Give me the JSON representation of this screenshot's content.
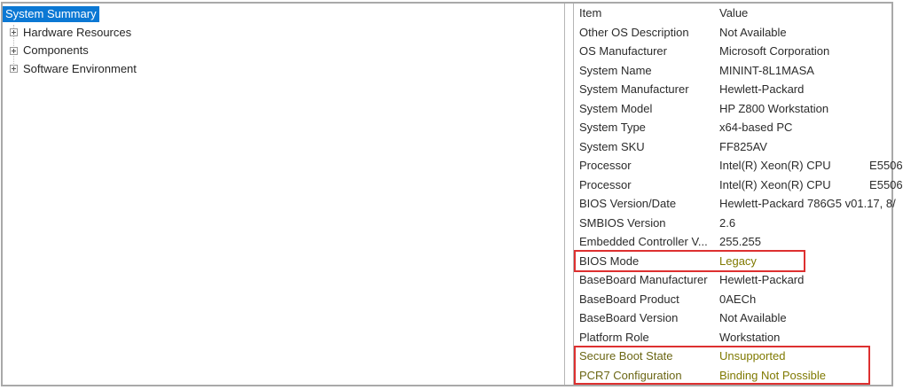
{
  "tree": {
    "items": [
      {
        "label": "System Summary",
        "selected": true,
        "expandable": false
      },
      {
        "label": "Hardware Resources",
        "selected": false,
        "expandable": true
      },
      {
        "label": "Components",
        "selected": false,
        "expandable": true
      },
      {
        "label": "Software Environment",
        "selected": false,
        "expandable": true
      }
    ]
  },
  "details": {
    "columns": [
      "Item",
      "Value"
    ],
    "rows": [
      {
        "item": "Other OS Description",
        "value": "Not Available"
      },
      {
        "item": "OS Manufacturer",
        "value": "Microsoft Corporation"
      },
      {
        "item": "System Name",
        "value": "MININT-8L1MASA"
      },
      {
        "item": "System Manufacturer",
        "value": "Hewlett-Packard"
      },
      {
        "item": "System Model",
        "value": "HP Z800 Workstation"
      },
      {
        "item": "System Type",
        "value": "x64-based PC"
      },
      {
        "item": "System SKU",
        "value": "FF825AV"
      },
      {
        "item": "Processor",
        "value": "Intel(R) Xeon(R) CPU            E5506"
      },
      {
        "item": "Processor",
        "value": "Intel(R) Xeon(R) CPU            E5506"
      },
      {
        "item": "BIOS Version/Date",
        "value": "Hewlett-Packard 786G5 v01.17, 8/"
      },
      {
        "item": "SMBIOS Version",
        "value": "2.6"
      },
      {
        "item": "Embedded Controller V...",
        "value": "255.255"
      },
      {
        "item": "BIOS Mode",
        "value": "Legacy",
        "value_olive": true,
        "annotated": "bios-mode"
      },
      {
        "item": "BaseBoard Manufacturer",
        "value": "Hewlett-Packard"
      },
      {
        "item": "BaseBoard Product",
        "value": "0AECh"
      },
      {
        "item": "BaseBoard Version",
        "value": "Not Available"
      },
      {
        "item": "Platform Role",
        "value": "Workstation"
      },
      {
        "item": "Secure Boot State",
        "value": "Unsupported",
        "item_olive": true,
        "value_olive": true,
        "annotated": "secure-boot"
      },
      {
        "item": "PCR7 Configuration",
        "value": "Binding Not Possible",
        "item_olive": true,
        "value_olive": true,
        "annotated": "secure-boot"
      }
    ]
  },
  "colors": {
    "selection_background": "#0b78d4",
    "selection_text": "#ffffff",
    "olive_item_text": "#6b6614",
    "olive_value_text": "#7f7900",
    "annotation_red": "#dd3030"
  }
}
